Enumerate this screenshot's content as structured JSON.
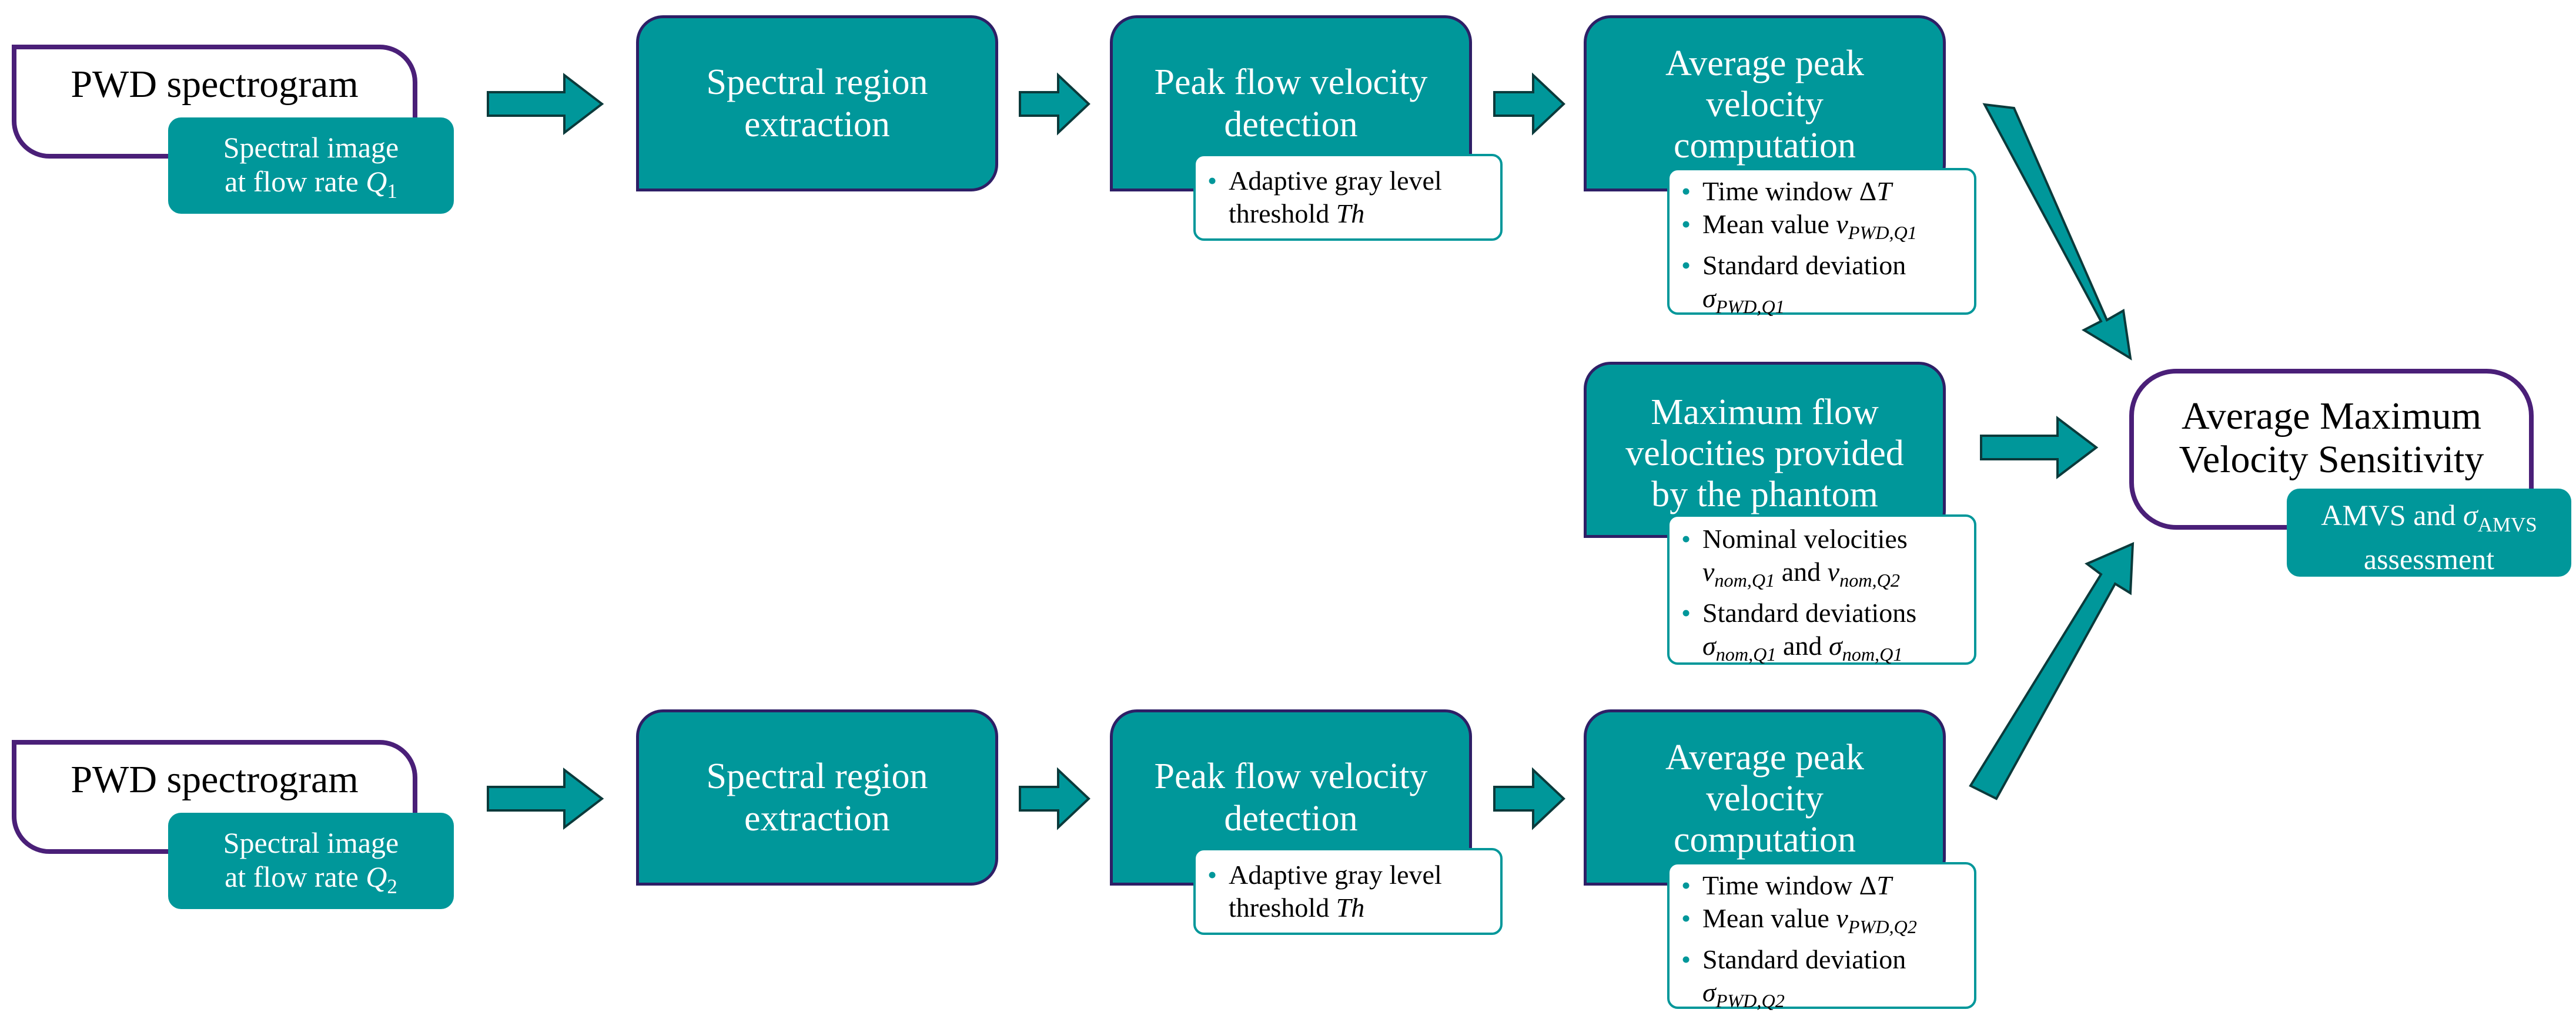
{
  "row1": {
    "input_title": "PWD spectrogram",
    "input_tag_line1": "Spectral image",
    "input_tag_line2": "at flow rate ",
    "input_tag_var": "Q",
    "input_tag_sub": "1",
    "extraction_line1": "Spectral region",
    "extraction_line2": "extraction",
    "detection_line1": "Peak flow velocity",
    "detection_line2": "detection",
    "detection_note_line1": "Adaptive gray level",
    "detection_note_line2": "threshold ",
    "detection_note_var": "Th",
    "average_line1": "Average peak",
    "average_line2": "velocity",
    "average_line3": "computation",
    "avg_note_1": "Time window Δ",
    "avg_note_1_var": "T",
    "avg_note_2": "Mean value ",
    "avg_note_2_var": "v",
    "avg_note_2_sub": "PWD,Q1",
    "avg_note_3": "Standard deviation",
    "avg_note_3_var": "σ",
    "avg_note_3_sub": "PWD,Q1"
  },
  "row2": {
    "input_title": "PWD spectrogram",
    "input_tag_line1": "Spectral image",
    "input_tag_line2": "at flow rate ",
    "input_tag_var": "Q",
    "input_tag_sub": "2",
    "extraction_line1": "Spectral region",
    "extraction_line2": "extraction",
    "detection_line1": "Peak flow velocity",
    "detection_line2": "detection",
    "detection_note_line1": "Adaptive gray level",
    "detection_note_line2": "threshold ",
    "detection_note_var": "Th",
    "average_line1": "Average peak",
    "average_line2": "velocity",
    "average_line3": "computation",
    "avg_note_1": "Time window Δ",
    "avg_note_1_var": "T",
    "avg_note_2": "Mean value ",
    "avg_note_2_var": "v",
    "avg_note_2_sub": "PWD,Q2",
    "avg_note_3": "Standard deviation",
    "avg_note_3_var": "σ",
    "avg_note_3_sub": "PWD,Q2"
  },
  "phantom": {
    "line1": "Maximum flow",
    "line2": "velocities provided",
    "line3": "by the phantom",
    "note_1": "Nominal velocities",
    "note_2_var_a": "v",
    "note_2_sub_a": "nom,Q1",
    "note_2_and": " and ",
    "note_2_var_b": "v",
    "note_2_sub_b": "nom,Q2",
    "note_3": "Standard deviations",
    "note_4_var_a": "σ",
    "note_4_sub_a": "nom,Q1",
    "note_4_and": " and ",
    "note_4_var_b": "σ",
    "note_4_sub_b": "nom,Q1"
  },
  "output": {
    "line1": "Average Maximum",
    "line2": "Velocity Sensitivity",
    "tag_line1_a": "AMVS and ",
    "tag_line1_var": "σ",
    "tag_line1_sub": "AMVS",
    "tag_line2": "assessment"
  },
  "colors": {
    "teal": "#00979a",
    "box_border": "#2e1f66",
    "input_border": "#4a1f78",
    "arrow_outline": "#0b3a3b"
  }
}
